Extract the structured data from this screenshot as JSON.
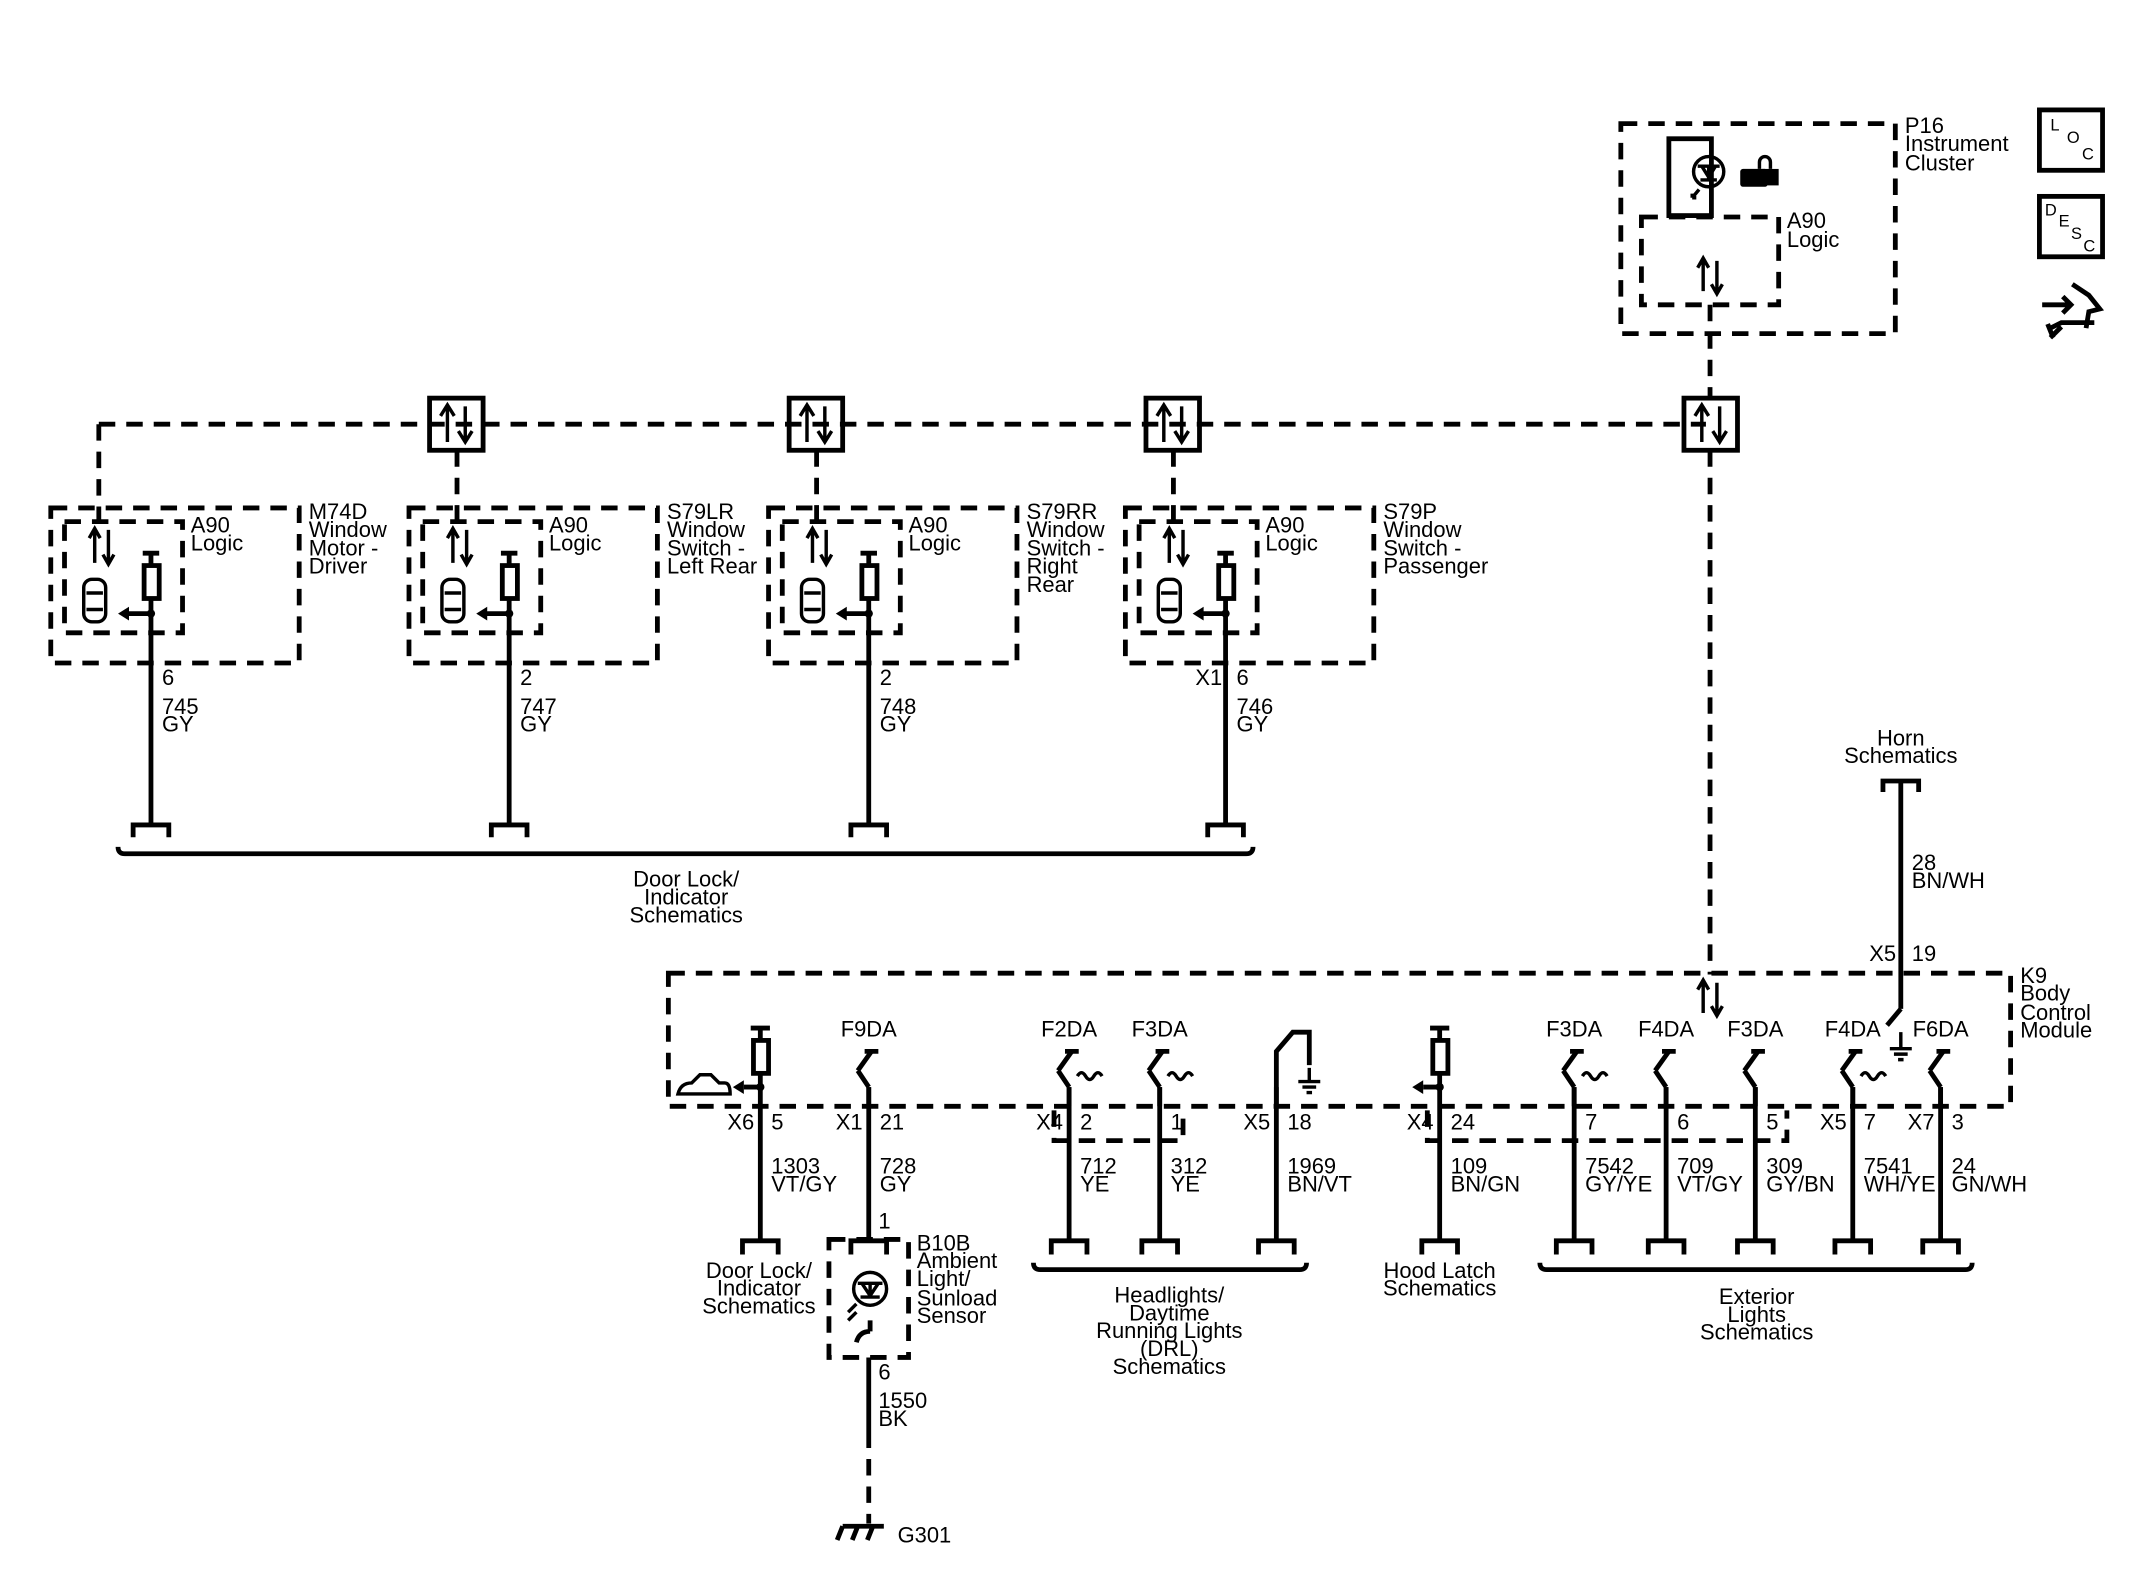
{
  "top": {
    "p16_label": [
      "P16",
      "Instrument",
      "Cluster"
    ],
    "p16_logic": [
      "A90",
      "Logic"
    ],
    "legend_loc": "LOC",
    "legend_desc": "DESC"
  },
  "modules": [
    {
      "id": "m74d",
      "name": [
        "M74D",
        "Window",
        "Motor -",
        "Driver"
      ],
      "logic": [
        "A90",
        "Logic"
      ],
      "conn": "",
      "pin": "6",
      "wire": "745",
      "color": "GY"
    },
    {
      "id": "s79lr",
      "name": [
        "S79LR",
        "Window",
        "Switch -",
        "Left Rear"
      ],
      "logic": [
        "A90",
        "Logic"
      ],
      "conn": "",
      "pin": "2",
      "wire": "747",
      "color": "GY"
    },
    {
      "id": "s79rr",
      "name": [
        "S79RR",
        "Window",
        "Switch -",
        "Right",
        "Rear"
      ],
      "logic": [
        "A90",
        "Logic"
      ],
      "conn": "",
      "pin": "2",
      "wire": "748",
      "color": "GY"
    },
    {
      "id": "s79p",
      "name": [
        "S79P",
        "Window",
        "Switch -",
        "Passenger"
      ],
      "logic": [
        "A90",
        "Logic"
      ],
      "conn": "X1",
      "pin": "6",
      "wire": "746",
      "color": "GY"
    }
  ],
  "door_lock_group": [
    "Door Lock/",
    "Indicator",
    "Schematics"
  ],
  "horn": {
    "label": [
      "Horn",
      "Schematics"
    ],
    "wire": "28",
    "color": "BN/WH",
    "conn": "X5",
    "pin": "19"
  },
  "k9": {
    "name": [
      "K9",
      "Body",
      "Control",
      "Module"
    ]
  },
  "bcm_circuits": [
    {
      "id": "c1",
      "fuse": "",
      "conn": "X6",
      "pin": "5",
      "wire": "1303",
      "color": "VT/GY"
    },
    {
      "id": "c2",
      "fuse": "F9DA",
      "conn": "X1",
      "pin": "21",
      "wire": "728",
      "color": "GY"
    },
    {
      "id": "c3",
      "fuse": "F2DA",
      "conn": "X4",
      "pin": "2",
      "wire": "712",
      "color": "YE"
    },
    {
      "id": "c4",
      "fuse": "F3DA",
      "conn": "",
      "pin": "1",
      "wire": "312",
      "color": "YE"
    },
    {
      "id": "c5",
      "fuse": "",
      "conn": "X5",
      "pin": "18",
      "wire": "1969",
      "color": "BN/VT"
    },
    {
      "id": "c6",
      "fuse": "",
      "conn": "X4",
      "pin": "24",
      "wire": "109",
      "color": "BN/GN"
    },
    {
      "id": "c7",
      "fuse": "F3DA",
      "conn": "",
      "pin": "7",
      "wire": "7542",
      "color": "GY/YE"
    },
    {
      "id": "c8",
      "fuse": "F4DA",
      "conn": "",
      "pin": "6",
      "wire": "709",
      "color": "VT/GY"
    },
    {
      "id": "c9",
      "fuse": "F3DA",
      "conn": "",
      "pin": "5",
      "wire": "309",
      "color": "GY/BN"
    },
    {
      "id": "c10",
      "fuse": "F4DA",
      "conn": "X5",
      "pin": "7",
      "wire": "7541",
      "color": "WH/YE"
    },
    {
      "id": "c11",
      "fuse": "F6DA",
      "conn": "X7",
      "pin": "3",
      "wire": "24",
      "color": "GN/WH"
    }
  ],
  "bottom": {
    "door_lock": [
      "Door Lock/",
      "Indicator",
      "Schematics"
    ],
    "sensor_pin_top": "1",
    "sensor_name": [
      "B10B",
      "Ambient",
      "Light/",
      "Sunload",
      "Sensor"
    ],
    "sensor_pin_bottom": "6",
    "ground_wire": "1550",
    "ground_color": "BK",
    "ground": "G301",
    "headlights": [
      "Headlights/",
      "Daytime",
      "Running Lights",
      "(DRL)",
      "Schematics"
    ],
    "hood_latch": [
      "Hood Latch",
      "Schematics"
    ],
    "exterior": [
      "Exterior",
      "Lights",
      "Schematics"
    ]
  }
}
